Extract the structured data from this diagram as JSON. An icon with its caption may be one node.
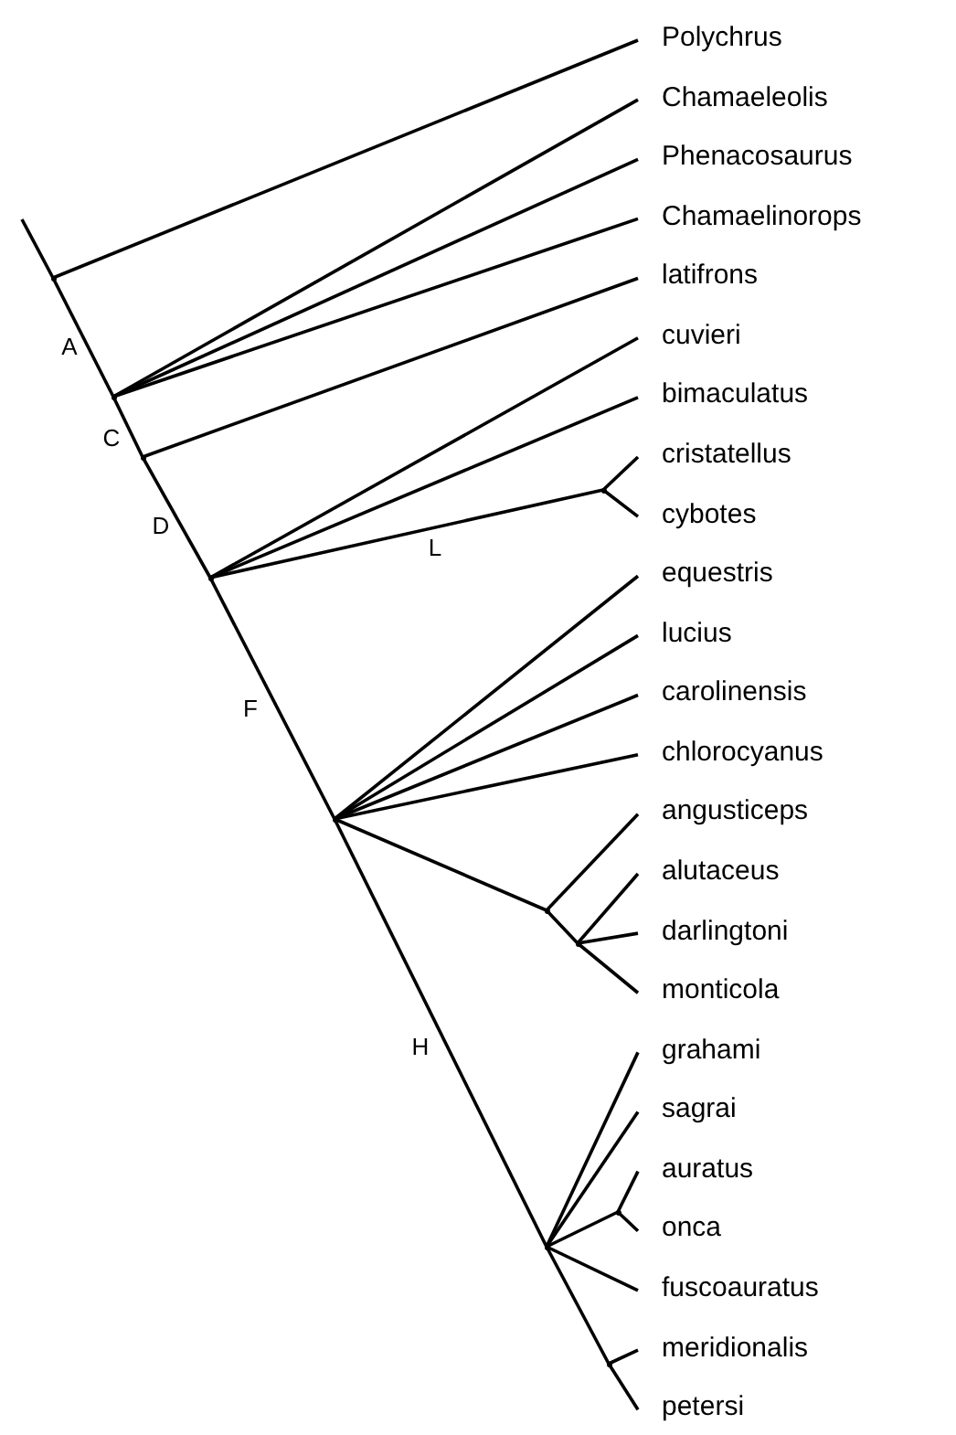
{
  "diagram": {
    "nodes": [
      {
        "text": [
          "Polychrus"
        ]
      },
      {
        "text": [
          "Chamaeleolis"
        ]
      },
      {
        "text": [
          "Phenacosaurus"
        ]
      },
      {
        "text": [
          "Chamaelinorops"
        ]
      },
      {
        "text": [
          "latifrons"
        ]
      },
      {
        "text": [
          "cuvieri"
        ]
      },
      {
        "text": [
          "bimaculatus"
        ]
      },
      {
        "text": [
          "cristatellus"
        ]
      },
      {
        "text": [
          "cybotes"
        ]
      },
      {
        "text": [
          "equestris"
        ]
      },
      {
        "text": [
          "lucius"
        ]
      },
      {
        "text": [
          "carolinensis"
        ]
      },
      {
        "text": [
          "chlorocyanus"
        ]
      },
      {
        "text": [
          "angusticeps"
        ]
      },
      {
        "text": [
          "alutaceus"
        ]
      },
      {
        "text": [
          "darlingtoni"
        ]
      },
      {
        "text": [
          "monticola"
        ]
      },
      {
        "text": [
          "grahami"
        ]
      },
      {
        "text": [
          "sagrai"
        ]
      },
      {
        "text": [
          "auratus"
        ]
      },
      {
        "text": [
          "onca"
        ]
      },
      {
        "text": [
          "fuscoauratus"
        ]
      },
      {
        "text": [
          "meridionalis"
        ]
      },
      {
        "text": [
          "petersi"
        ]
      },
      {
        "text": [],
        "shape": "point"
      },
      {
        "text": [],
        "shape": "point"
      },
      {
        "text": [],
        "shape": "point"
      },
      {
        "text": [],
        "shape": "point"
      },
      {
        "text": [],
        "shape": "point"
      },
      {
        "text": [],
        "shape": "point"
      },
      {
        "text": [],
        "shape": "point"
      },
      {
        "text": [],
        "shape": "point"
      },
      {
        "text": [],
        "shape": "point"
      },
      {
        "text": [],
        "shape": "point"
      },
      {
        "text": [],
        "shape": "point"
      }
    ],
    "edges": [
      {
        "from": null,
        "to": 24,
        "arrow": "none"
      },
      {
        "from": 24,
        "to": 0,
        "arrow": "none"
      },
      {
        "from": 24,
        "to": 25,
        "arrow": "none",
        "label": "A"
      },
      {
        "from": 25,
        "to": 1,
        "arrow": "none"
      },
      {
        "from": 25,
        "to": 2,
        "arrow": "none"
      },
      {
        "from": 25,
        "to": 3,
        "arrow": "none"
      },
      {
        "from": 25,
        "to": 26,
        "arrow": "none",
        "label": "C"
      },
      {
        "from": 26,
        "to": 4,
        "arrow": "none"
      },
      {
        "from": 26,
        "to": 27,
        "arrow": "none",
        "label": "D"
      },
      {
        "from": 27,
        "to": 5,
        "arrow": "none"
      },
      {
        "from": 27,
        "to": 6,
        "arrow": "none"
      },
      {
        "from": 27,
        "to": 28,
        "arrow": "none",
        "label": "L"
      },
      {
        "from": 28,
        "to": 7,
        "arrow": "none"
      },
      {
        "from": 28,
        "to": 8,
        "arrow": "none"
      },
      {
        "from": 27,
        "to": 29,
        "arrow": "none",
        "label": "F"
      },
      {
        "from": 29,
        "to": 9,
        "arrow": "none"
      },
      {
        "from": 29,
        "to": 10,
        "arrow": "none"
      },
      {
        "from": 29,
        "to": 11,
        "arrow": "none"
      },
      {
        "from": 29,
        "to": 12,
        "arrow": "none"
      },
      {
        "from": 29,
        "to": 30,
        "arrow": "none"
      },
      {
        "from": 30,
        "to": 13,
        "arrow": "none"
      },
      {
        "from": 30,
        "to": 31,
        "arrow": "none"
      },
      {
        "from": 31,
        "to": 14,
        "arrow": "none"
      },
      {
        "from": 31,
        "to": 15,
        "arrow": "none"
      },
      {
        "from": 31,
        "to": 16,
        "arrow": "none"
      },
      {
        "from": 29,
        "to": 32,
        "arrow": "none",
        "label": "H"
      },
      {
        "from": 32,
        "to": 17,
        "arrow": "none"
      },
      {
        "from": 32,
        "to": 18,
        "arrow": "none"
      },
      {
        "from": 32,
        "to": 33,
        "arrow": "none"
      },
      {
        "from": 33,
        "to": 19,
        "arrow": "none"
      },
      {
        "from": 33,
        "to": 20,
        "arrow": "none"
      },
      {
        "from": 32,
        "to": 21,
        "arrow": "none"
      },
      {
        "from": 32,
        "to": 34,
        "arrow": "none"
      },
      {
        "from": 34,
        "to": 22,
        "arrow": "none"
      },
      {
        "from": 34,
        "to": 23,
        "arrow": "none"
      }
    ]
  }
}
